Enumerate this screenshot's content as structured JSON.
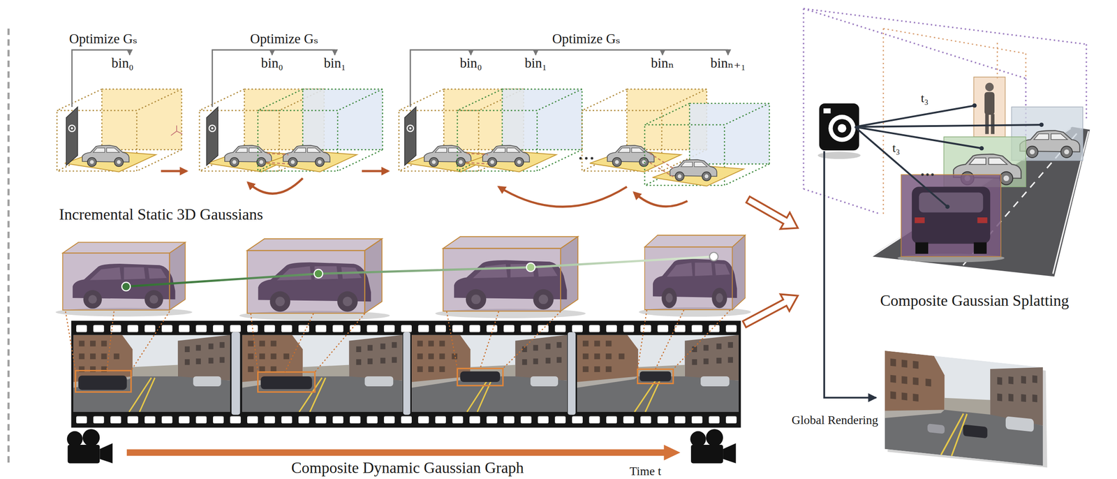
{
  "diagram": {
    "nodes": [
      {
        "text": [
          "Incremental Static 3D Gaussians"
        ]
      },
      {
        "text": [
          "Composite Dynamic Gaussian Graph"
        ]
      },
      {
        "text": [
          "Composite Gaussian Splatting"
        ]
      }
    ],
    "edges": [
      {
        "from": 0,
        "to": 2,
        "arrow": "to"
      },
      {
        "from": 1,
        "to": 2,
        "arrow": "to"
      }
    ],
    "labels": [
      "Optimize Gₛ",
      "bin₀",
      "Optimize Gₛ",
      "bin₀",
      "bin₁",
      "Optimize Gₛ",
      "bin₀",
      "bin₁",
      "binₙ",
      "binₙ₊₁",
      "t₃",
      "t₃",
      "Global Rendering",
      "Time t"
    ]
  }
}
